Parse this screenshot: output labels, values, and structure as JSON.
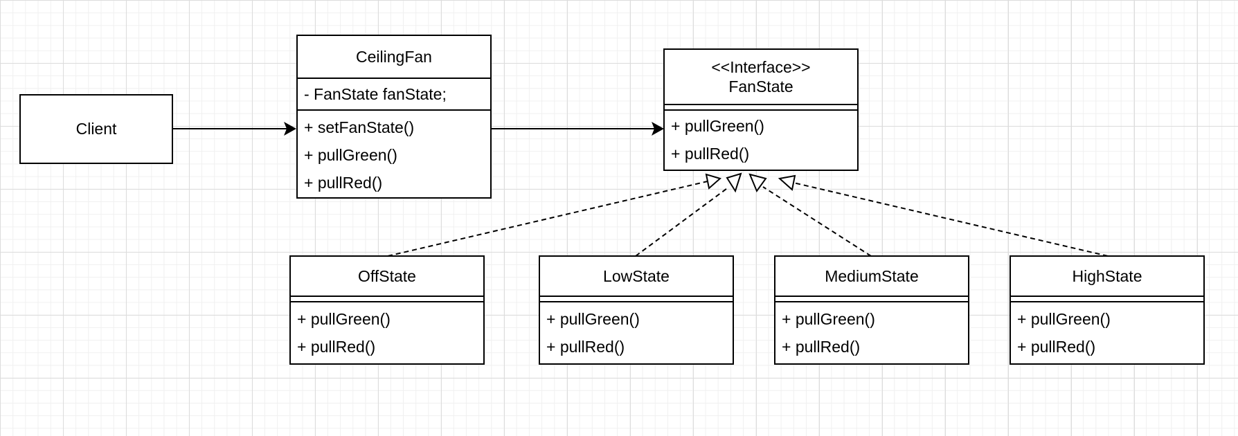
{
  "client": {
    "label": "Client"
  },
  "ceiling_fan": {
    "name": "CeilingFan",
    "attributes": [
      "- FanState fanState;"
    ],
    "methods": [
      "+ setFanState()",
      "+ pullGreen()",
      "+ pullRed()"
    ]
  },
  "fan_state": {
    "stereotype": "<<Interface>>",
    "name": "FanState",
    "methods": [
      "+ pullGreen()",
      "+ pullRed()"
    ]
  },
  "states": [
    {
      "name": "OffState",
      "methods": [
        "+ pullGreen()",
        "+ pullRed()"
      ]
    },
    {
      "name": "LowState",
      "methods": [
        "+ pullGreen()",
        "+ pullRed()"
      ]
    },
    {
      "name": "MediumState",
      "methods": [
        "+ pullGreen()",
        "+ pullRed()"
      ]
    },
    {
      "name": "HighState",
      "methods": [
        "+ pullGreen()",
        "+ pullRed()"
      ]
    }
  ]
}
